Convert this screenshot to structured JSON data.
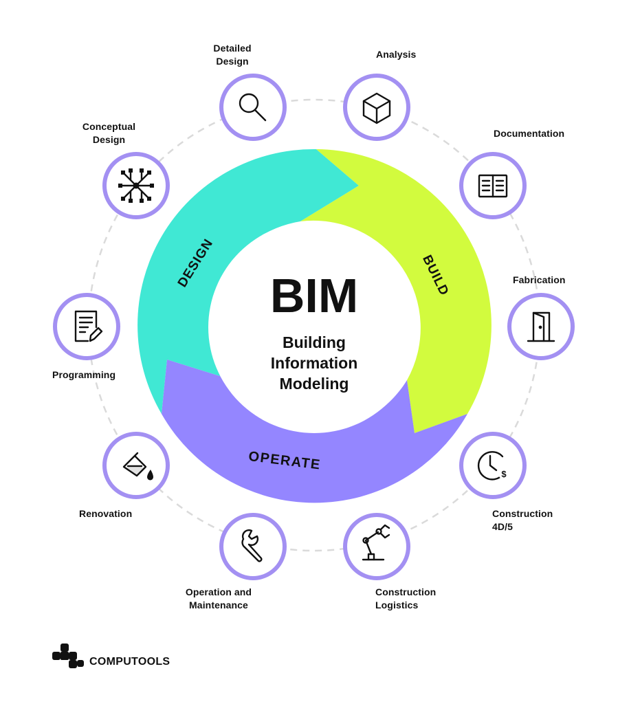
{
  "center": {
    "title": "BIM",
    "subtitle_lines": [
      "Building",
      "Information",
      "Modeling"
    ]
  },
  "phases": {
    "design": "DESIGN",
    "build": "BUILD",
    "operate": "OPERATE"
  },
  "stages": [
    {
      "id": "detailed-design",
      "label": "Detailed\nDesign",
      "icon": "magnifier-icon"
    },
    {
      "id": "analysis",
      "label": "Analysis",
      "icon": "cube-icon"
    },
    {
      "id": "documentation",
      "label": "Documentation",
      "icon": "document-columns-icon"
    },
    {
      "id": "fabrication",
      "label": "Fabrication",
      "icon": "door-icon"
    },
    {
      "id": "construction-4d5",
      "label": "Construction\n4D/5",
      "icon": "clock-dollar-icon"
    },
    {
      "id": "construction-logistics",
      "label": "Construction\nLogistics",
      "icon": "robot-arm-icon"
    },
    {
      "id": "operation-maintenance",
      "label": "Operation and\nMaintenance",
      "icon": "wrench-icon"
    },
    {
      "id": "renovation",
      "label": "Renovation",
      "icon": "paint-bucket-icon"
    },
    {
      "id": "programming",
      "label": "Programming",
      "icon": "notepad-pen-icon"
    },
    {
      "id": "conceptual-design",
      "label": "Conceptual\nDesign",
      "icon": "network-icon"
    }
  ],
  "brand": {
    "name": "COMPUTOOLS",
    "logo": "computools-logo"
  },
  "colors": {
    "design": "#40E8D4",
    "build": "#D2FB3E",
    "operate": "#9486FF",
    "node_ring": "#A390F2",
    "dashed_ring": "#DADADA",
    "text": "#111111"
  }
}
